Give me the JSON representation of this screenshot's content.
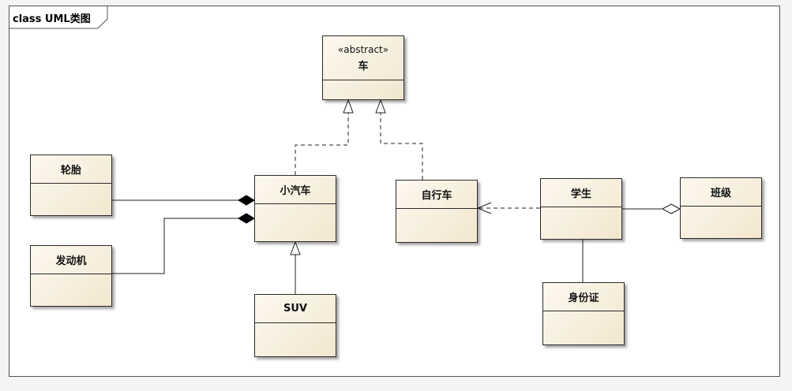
{
  "diagram": {
    "title": "class UML类图",
    "classes": [
      {
        "id": "car",
        "name": "车",
        "stereotype": "«abstract»"
      },
      {
        "id": "tire",
        "name": "轮胎"
      },
      {
        "id": "engine",
        "name": "发动机"
      },
      {
        "id": "sedan",
        "name": "小汽车"
      },
      {
        "id": "bicycle",
        "name": "自行车"
      },
      {
        "id": "student",
        "name": "学生"
      },
      {
        "id": "class_group",
        "name": "班级"
      },
      {
        "id": "suv",
        "name": "SUV"
      },
      {
        "id": "id_card",
        "name": "身份证"
      }
    ],
    "relationships": [
      {
        "type": "realization",
        "from": "sedan",
        "to": "car"
      },
      {
        "type": "realization",
        "from": "bicycle",
        "to": "car"
      },
      {
        "type": "composition",
        "from": "tire",
        "to": "sedan"
      },
      {
        "type": "composition",
        "from": "engine",
        "to": "sedan"
      },
      {
        "type": "generalization",
        "from": "suv",
        "to": "sedan"
      },
      {
        "type": "dependency",
        "from": "student",
        "to": "bicycle"
      },
      {
        "type": "aggregation",
        "from": "student",
        "to": "class_group"
      },
      {
        "type": "association",
        "from": "student",
        "to": "id_card"
      }
    ]
  }
}
